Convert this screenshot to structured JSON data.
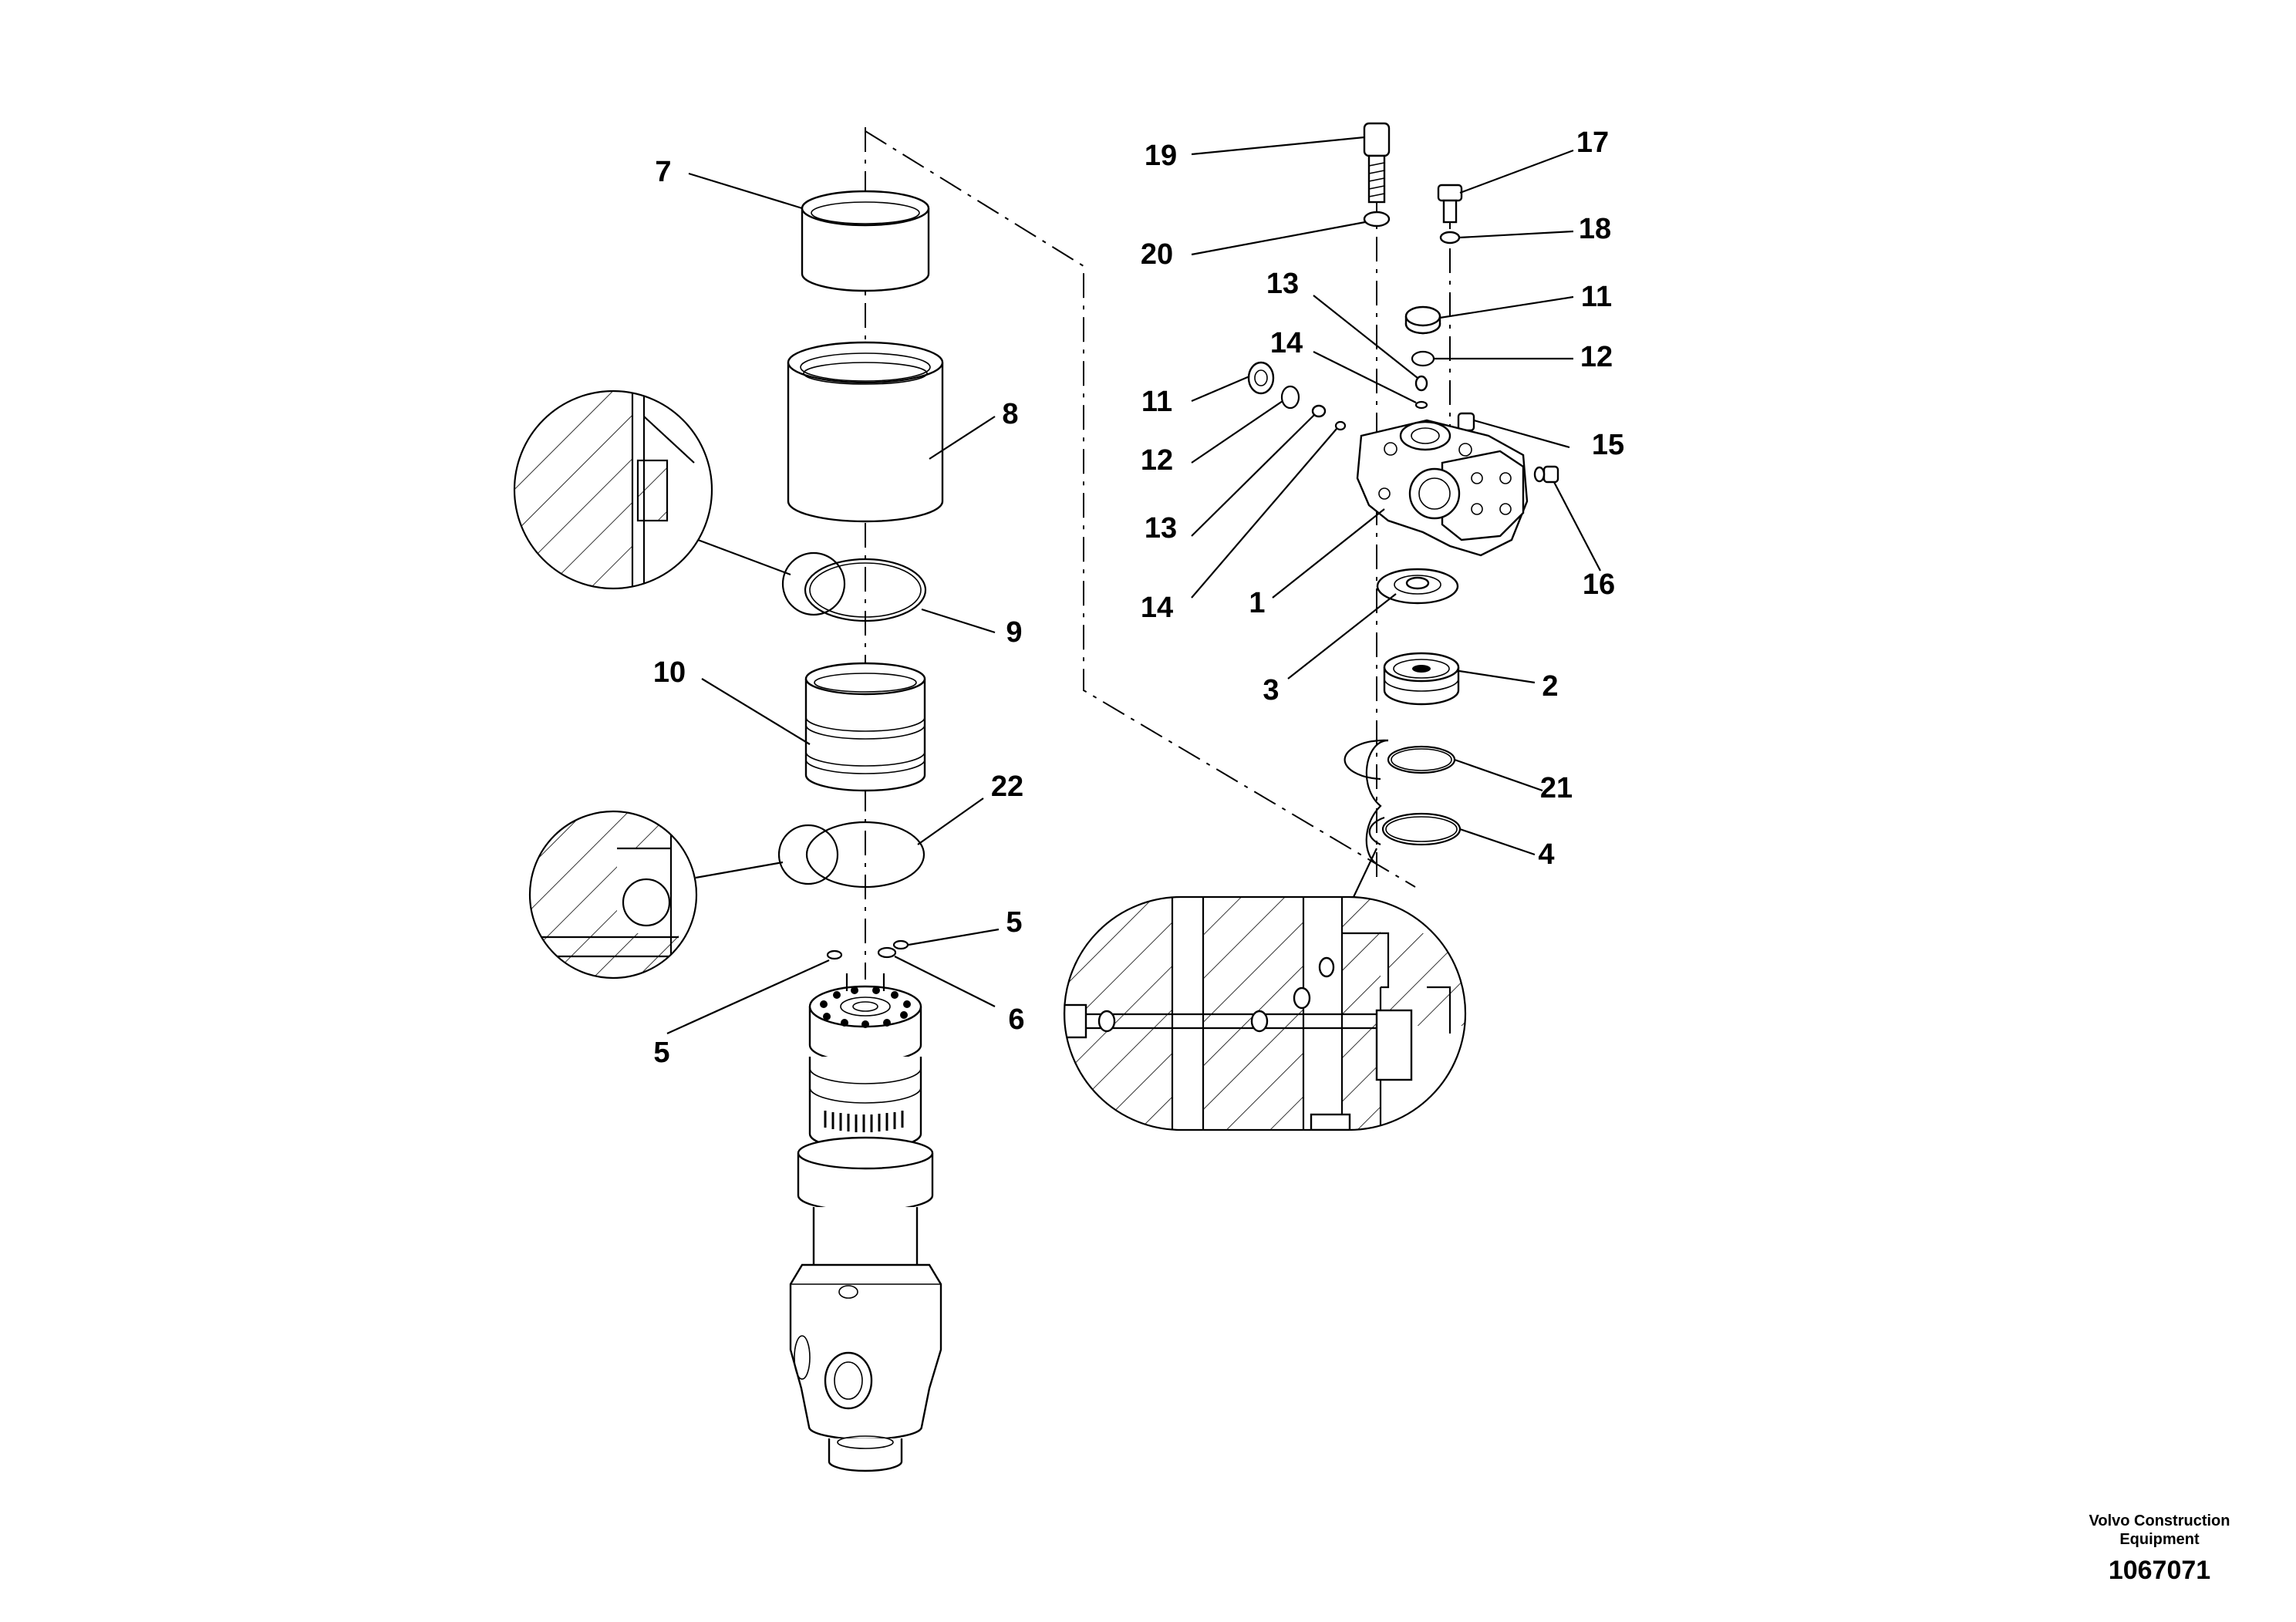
{
  "callouts": [
    {
      "id": "c7",
      "text": "7"
    },
    {
      "id": "c8",
      "text": "8"
    },
    {
      "id": "c9",
      "text": "9"
    },
    {
      "id": "c10",
      "text": "10"
    },
    {
      "id": "c22",
      "text": "22"
    },
    {
      "id": "c5a",
      "text": "5"
    },
    {
      "id": "c5b",
      "text": "5"
    },
    {
      "id": "c6",
      "text": "6"
    },
    {
      "id": "c19",
      "text": "19"
    },
    {
      "id": "c20",
      "text": "20"
    },
    {
      "id": "c17",
      "text": "17"
    },
    {
      "id": "c18",
      "text": "18"
    },
    {
      "id": "c13a",
      "text": "13"
    },
    {
      "id": "c14a",
      "text": "14"
    },
    {
      "id": "c11a",
      "text": "11"
    },
    {
      "id": "c12a",
      "text": "12"
    },
    {
      "id": "c11b",
      "text": "11"
    },
    {
      "id": "c12b",
      "text": "12"
    },
    {
      "id": "c15",
      "text": "15"
    },
    {
      "id": "c13b",
      "text": "13"
    },
    {
      "id": "c16",
      "text": "16"
    },
    {
      "id": "c14b",
      "text": "14"
    },
    {
      "id": "c1",
      "text": "1"
    },
    {
      "id": "c3",
      "text": "3"
    },
    {
      "id": "c2",
      "text": "2"
    },
    {
      "id": "c21",
      "text": "21"
    },
    {
      "id": "c4",
      "text": "4"
    }
  ],
  "brand": {
    "line1": "Volvo Construction",
    "line2": "Equipment",
    "drawing_number": "1067071"
  }
}
